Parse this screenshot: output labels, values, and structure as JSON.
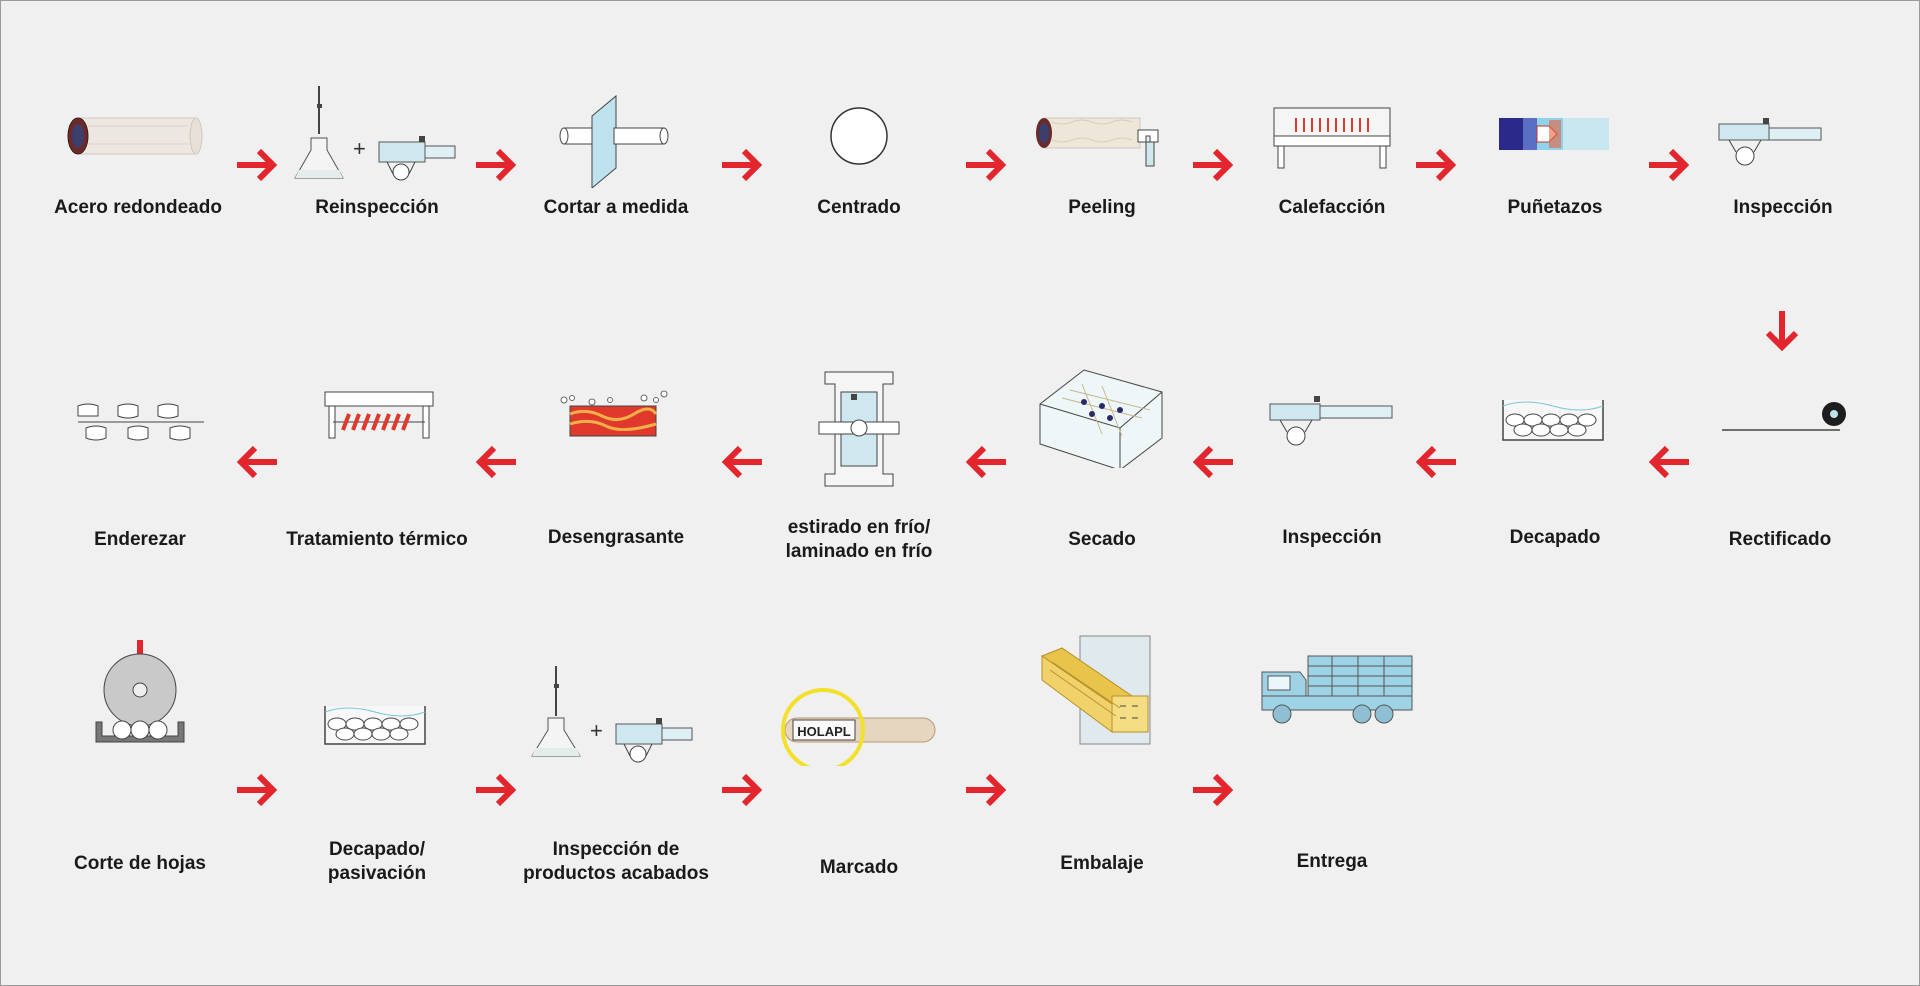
{
  "steps": {
    "s1": "Acero redondeado",
    "s2": "Reinspección",
    "s3": "Cortar a medida",
    "s4": "Centrado",
    "s5": "Peeling",
    "s6": "Calefacción",
    "s7": "Puñetazos",
    "s8": "Inspección",
    "s9": "Rectificado",
    "s10": "Decapado",
    "s11": "Inspección",
    "s12": "Secado",
    "s13": "estirado en frío/\nlaminado en frío",
    "s14": "Desengrasante",
    "s15": "Tratamiento térmico",
    "s16": "Enderezar",
    "s17": "Corte de hojas",
    "s18": "Decapado/\npasivación",
    "s19": "Inspección de\nproductos acabados",
    "s20": "Marcado",
    "s21": "Embalaje",
    "s22": "Entrega"
  },
  "marking_text": "HOLAPL",
  "colors": {
    "arrow": "#e3262e",
    "background": "#f0f0f0",
    "steel_blue": "#bfe3ee",
    "heat_red": "#e0392b"
  },
  "icons": [
    "round-steel-bar-icon",
    "flask-gauge-icon",
    "cutting-disc-icon",
    "circle-icon",
    "peeling-bar-icon",
    "heating-furnace-icon",
    "piercing-icon",
    "gauge-icon",
    "grinding-line-icon",
    "pickling-tank-icon",
    "drying-box-icon",
    "drawing-die-icon",
    "degreasing-tank-icon",
    "heat-treatment-icon",
    "straightening-icon",
    "saw-blade-icon",
    "truck-icon",
    "packing-bundle-icon"
  ]
}
